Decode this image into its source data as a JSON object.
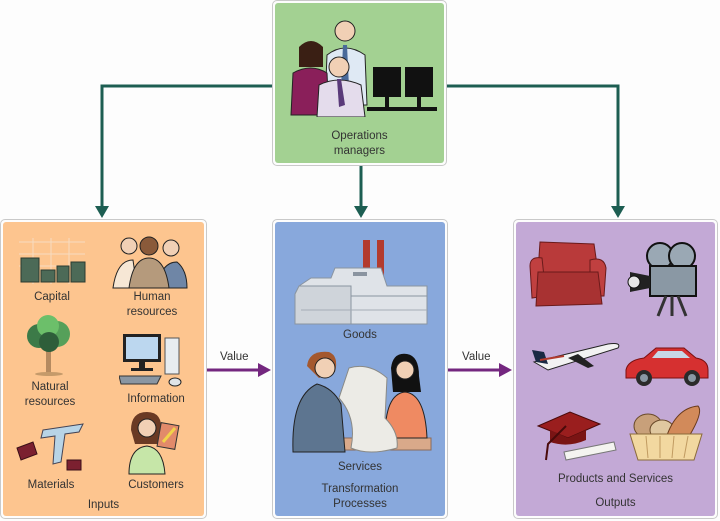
{
  "colors": {
    "connector": "#1d5e52",
    "value_arrow": "#74277f",
    "managers_bg": "#a3d192",
    "inputs_bg": "#fdc58f",
    "transform_bg": "#88a8dc",
    "outputs_bg": "#c3a9d6"
  },
  "managers": {
    "label_line1": "Operations",
    "label_line2": "managers",
    "icon": "office-team-at-computers-illustration"
  },
  "inputs": {
    "title": "Inputs",
    "items": [
      {
        "label": "Capital",
        "icon": "money-stacks-chart-illustration"
      },
      {
        "label_line1": "Human",
        "label_line2": "resources",
        "icon": "group-of-people-illustration"
      },
      {
        "label_line1": "Natural",
        "label_line2": "resources",
        "icon": "tree-illustration"
      },
      {
        "label": "Information",
        "icon": "desktop-computer-illustration"
      },
      {
        "label": "Materials",
        "icon": "steel-beam-and-bricks-illustration"
      },
      {
        "label": "Customers",
        "icon": "woman-holding-product-illustration"
      }
    ]
  },
  "transformation": {
    "title_line1": "Transformation",
    "title_line2": "Processes",
    "items": [
      {
        "label": "Goods",
        "icon": "factory-illustration"
      },
      {
        "label": "Services",
        "icon": "tailor-and-customer-illustration"
      }
    ]
  },
  "outputs": {
    "title": "Outputs",
    "subtitle": "Products and Services",
    "items": [
      {
        "icon": "armchair-illustration"
      },
      {
        "icon": "movie-camera-illustration"
      },
      {
        "icon": "airplane-illustration"
      },
      {
        "icon": "red-car-illustration"
      },
      {
        "icon": "graduation-cap-diploma-illustration"
      },
      {
        "icon": "bread-basket-illustration"
      }
    ]
  },
  "arrows": {
    "value_label_1": "Value",
    "value_label_2": "Value"
  }
}
